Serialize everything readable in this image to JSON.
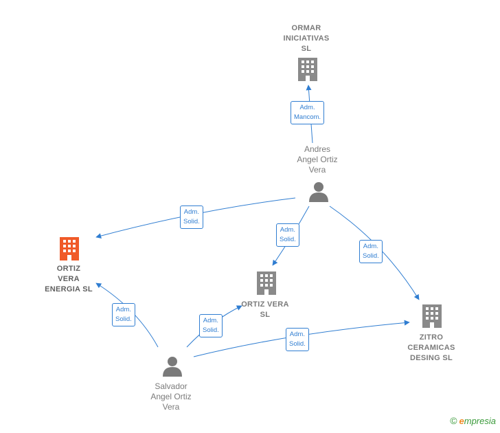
{
  "companies": {
    "ormar": [
      "ORMAR",
      "INICIATIVAS",
      "SL"
    ],
    "ortiz_energia": [
      "ORTIZ",
      "VERA",
      "ENERGIA  SL"
    ],
    "ortiz_vera": [
      "ORTIZ VERA",
      "SL"
    ],
    "zitro": [
      "ZITRO",
      "CERAMICAS",
      "DESING  SL"
    ]
  },
  "persons": {
    "andres": [
      "Andres",
      "Angel Ortiz",
      "Vera"
    ],
    "salvador": [
      "Salvador",
      "Angel Ortiz",
      "Vera"
    ]
  },
  "relations": {
    "andres_ormar": [
      "Adm.",
      "Mancom."
    ],
    "andres_energia": [
      "Adm.",
      "Solid."
    ],
    "andres_ortizvera": [
      "Adm.",
      "Solid."
    ],
    "andres_zitro": [
      "Adm.",
      "Solid."
    ],
    "salvador_energia": [
      "Adm.",
      "Solid."
    ],
    "salvador_ortizvera": [
      "Adm.",
      "Solid."
    ],
    "salvador_zitro": [
      "Adm.",
      "Solid."
    ]
  },
  "colors": {
    "edge": "#2f7dd1",
    "building": "#8a8a8a",
    "building_highlight": "#f05a28",
    "person": "#7a7a7a"
  },
  "watermark": {
    "copyright": "©",
    "brand_initial": "e",
    "brand_rest": "mpresia"
  }
}
